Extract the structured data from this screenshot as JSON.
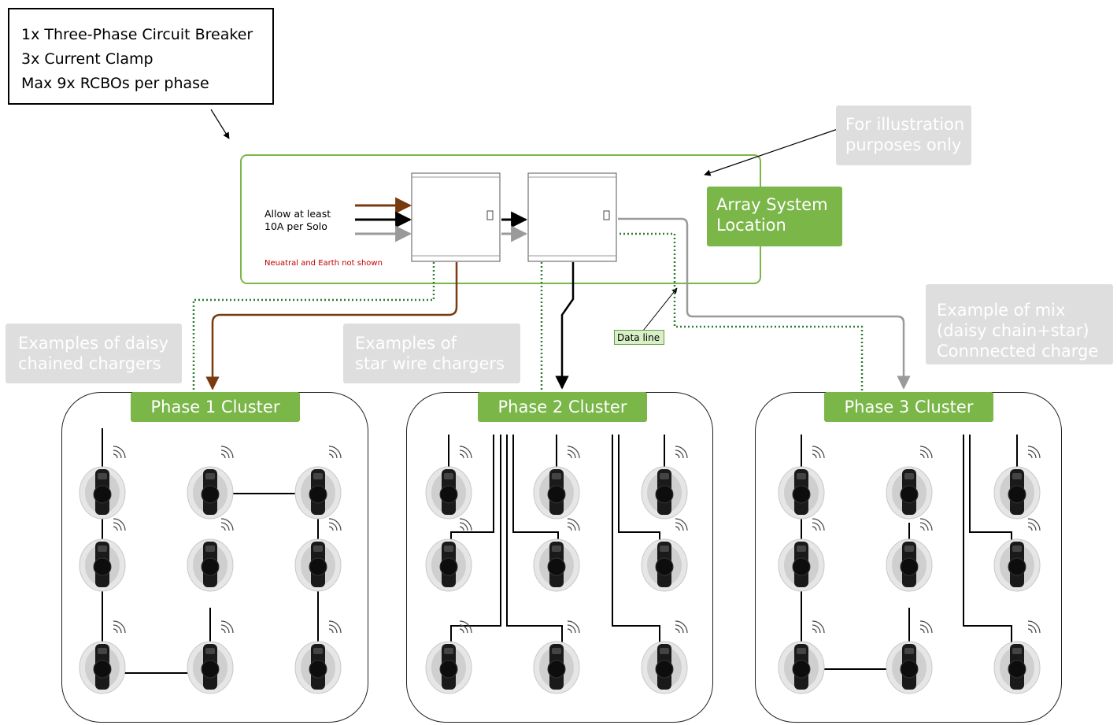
{
  "specs": {
    "lines": [
      "1x Three-Phase Circuit Breaker",
      "3x Current Clamp",
      "Max 9x RCBOs per phase"
    ]
  },
  "notes": {
    "illustration": [
      "For illustration",
      "purposes only"
    ],
    "array_location": [
      "Array System",
      "Location"
    ],
    "allow": [
      "Allow at least",
      "10A per Solo"
    ],
    "neutral": "Neuatral and Earth not shown",
    "data_line": "Data line",
    "daisy_examples": [
      "Examples of daisy",
      "chained chargers"
    ],
    "star_examples": [
      "Examples of",
      "star wire chargers"
    ],
    "mix_examples": [
      "Example of mix",
      "(daisy chain+star)",
      "Connnected charge"
    ]
  },
  "clusters": [
    {
      "label": "Phase 1 Cluster"
    },
    {
      "label": "Phase 2 Cluster"
    },
    {
      "label": "Phase 3 Cluster"
    }
  ],
  "colors": {
    "green": "#7ab648",
    "grey_label": "#dedede",
    "brown_wire": "#7a3a10",
    "grey_wire": "#9a9a9a",
    "data_line": "#2e7d32",
    "red_note": "#c00000"
  },
  "icons": {
    "charger": "ev-charger-icon",
    "wireless": "wireless-signal-icon",
    "enclosure": "distribution-board-icon"
  }
}
